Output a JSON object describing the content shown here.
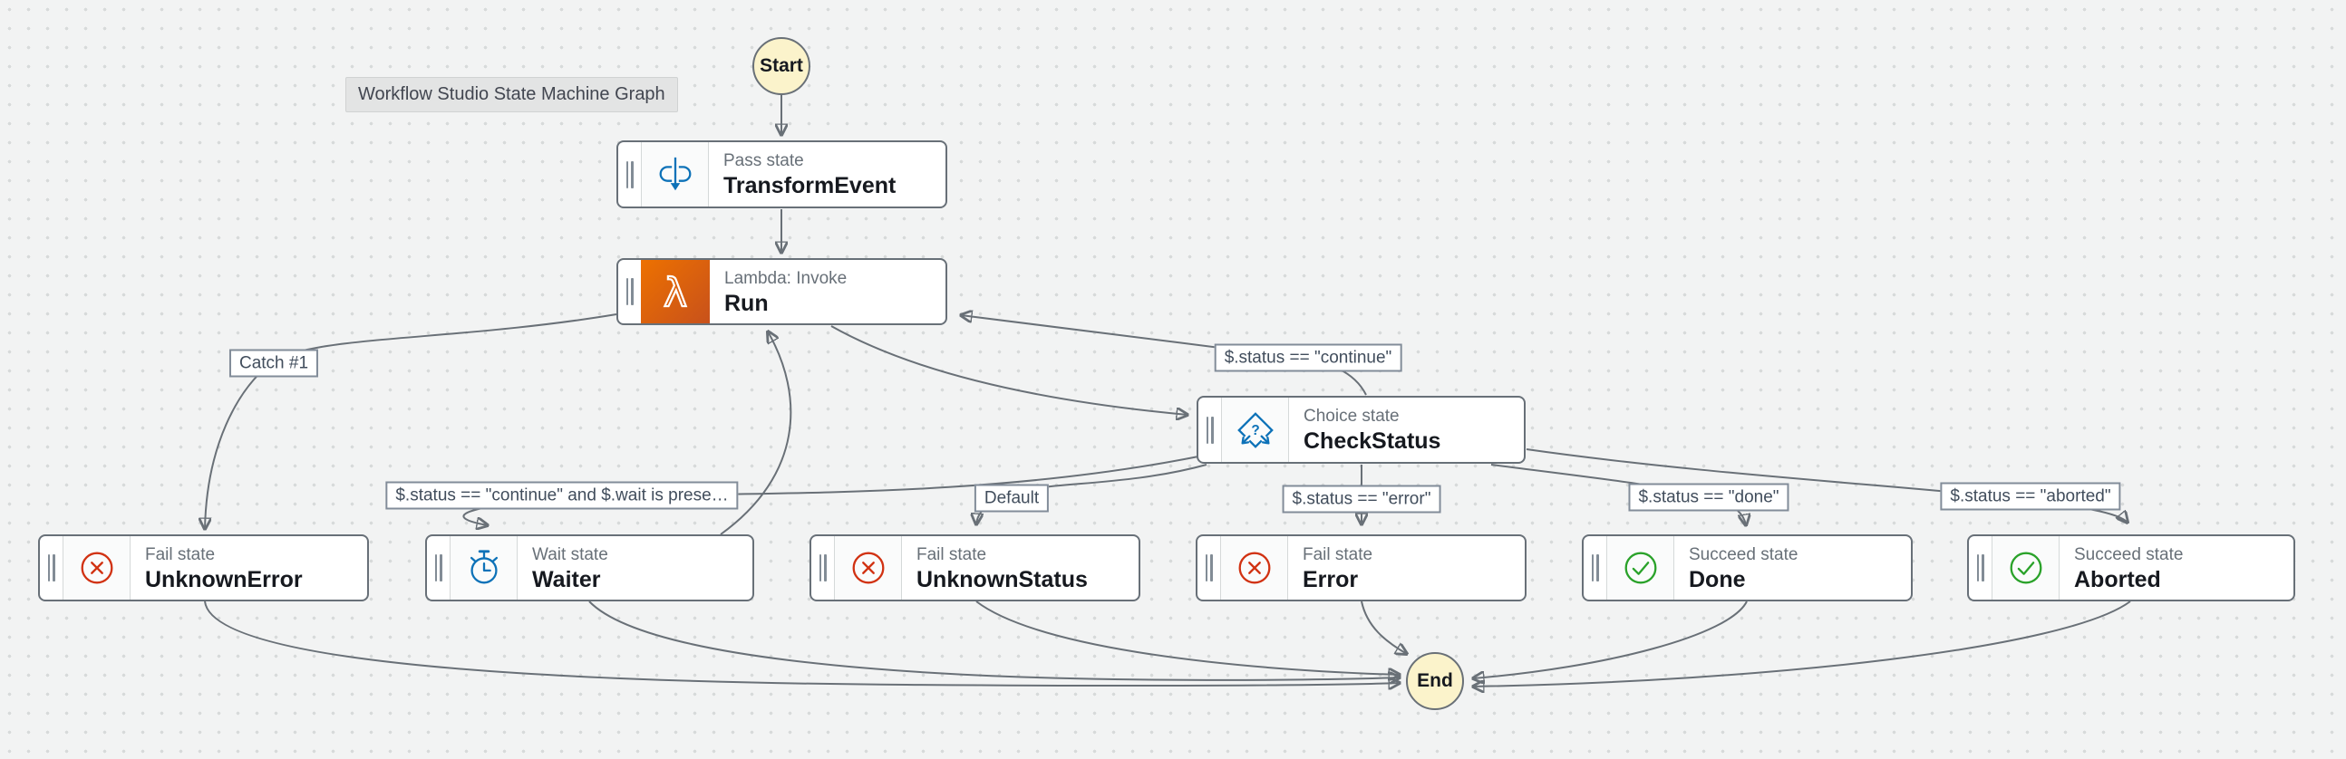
{
  "tooltip": "Workflow Studio State Machine Graph",
  "terminals": {
    "start": "Start",
    "end": "End"
  },
  "nodes": [
    {
      "type_label": "Pass state",
      "name": "TransformEvent",
      "icon": "pass-icon"
    },
    {
      "type_label": "Lambda: Invoke",
      "name": "Run",
      "icon": "lambda-icon"
    },
    {
      "type_label": "Choice state",
      "name": "CheckStatus",
      "icon": "choice-icon"
    },
    {
      "type_label": "Fail state",
      "name": "UnknownError",
      "icon": "fail-icon"
    },
    {
      "type_label": "Wait state",
      "name": "Waiter",
      "icon": "wait-icon"
    },
    {
      "type_label": "Fail state",
      "name": "UnknownStatus",
      "icon": "fail-icon"
    },
    {
      "type_label": "Fail state",
      "name": "Error",
      "icon": "fail-icon"
    },
    {
      "type_label": "Succeed state",
      "name": "Done",
      "icon": "succeed-icon"
    },
    {
      "type_label": "Succeed state",
      "name": "Aborted",
      "icon": "succeed-icon"
    }
  ],
  "edge_labels": [
    "Catch #1",
    "$.status == \"continue\"",
    "$.status == \"continue\" and $.wait is prese…",
    "Default",
    "$.status == \"error\"",
    "$.status == \"done\"",
    "$.status == \"aborted\""
  ],
  "icon_glyphs": {
    "lambda": "λ",
    "choice_question": "?"
  },
  "colors": {
    "canvas_background": "#f2f3f3",
    "grid_dot": "#d7dada",
    "node_border": "#687078",
    "state_type_text": "#687078",
    "state_name_text": "#16191f",
    "edge_line": "#697077",
    "edge_label_text": "#414d5c",
    "edge_label_border": "#828c99",
    "terminal_fill": "#fbf3cb",
    "tooltip_background": "#e3e4e4",
    "lambda_gradient_start": "#ed7100",
    "lambda_gradient_end": "#c8511b",
    "action_blue": "#0d72b8",
    "fail_red": "#d13212",
    "succeed_green": "#2aa22a"
  }
}
